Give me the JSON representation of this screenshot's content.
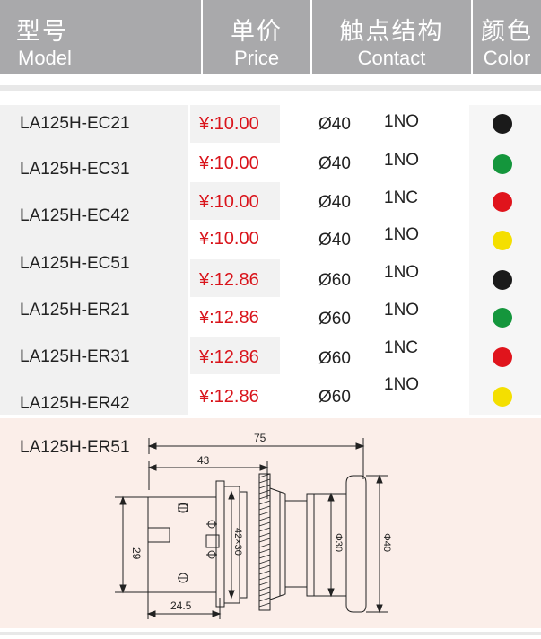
{
  "header": {
    "model_zh": "型号",
    "model_en": "Model",
    "price_zh": "单价",
    "price_en": "Price",
    "contact_zh": "触点结构",
    "contact_en": "Contact",
    "color_zh": "颜色",
    "color_en": "Color"
  },
  "models": [
    "LA125H-EC21",
    "LA125H-EC31",
    "LA125H-EC42",
    "LA125H-EC51",
    "LA125H-ER21",
    "LA125H-ER31",
    "LA125H-ER42",
    "LA125H-ER51"
  ],
  "prices": [
    "¥:10.00",
    "¥:10.00",
    "¥:10.00",
    "¥:10.00",
    "¥:12.86",
    "¥:12.86",
    "¥:12.86",
    "¥:12.86"
  ],
  "diameters": [
    "Ø40",
    "Ø40",
    "Ø40",
    "Ø40",
    "Ø60",
    "Ø60",
    "Ø60",
    "Ø60"
  ],
  "contacts": [
    "1NO",
    "1NO",
    "1NC",
    "1NO",
    "1NO",
    "1NO",
    "1NC",
    "1NO"
  ],
  "colors": [
    "#1a1a1a",
    "#14963c",
    "#e0141c",
    "#f4df00",
    "#1a1a1a",
    "#14963c",
    "#e0141c",
    "#f4df00"
  ],
  "drawing": {
    "dim_total": "75",
    "dim_body": "43",
    "dim_base": "24.5",
    "dim_height": "29",
    "dim_plate": "42×30",
    "dim_d30": "Φ30",
    "dim_d40": "Φ40"
  }
}
